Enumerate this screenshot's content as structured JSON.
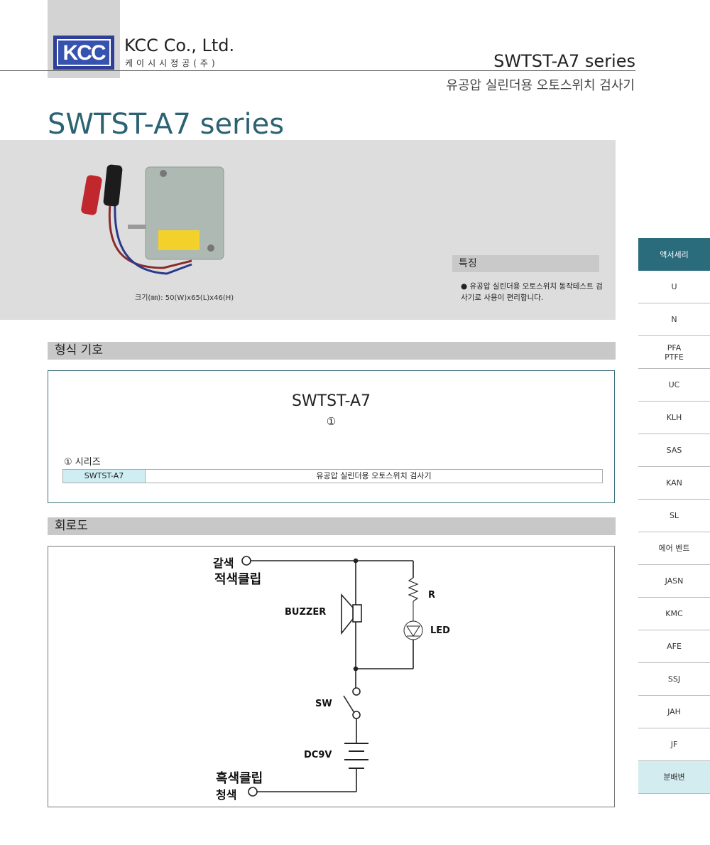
{
  "header": {
    "logo_text": "KCC",
    "company": "KCC Co., Ltd.",
    "company_kr": "케이시시정공(주)",
    "series": "SWTST-A7 series",
    "subtitle": "유공압 실린더용 오토스위치 검사기"
  },
  "title": "SWTST-A7 series",
  "product": {
    "size": "크기(㎜): 50(W)x65(L)x46(H)",
    "features_heading": "특징",
    "features": "● 유공압 실린더용 오토스위치 동작테스트 검사기로 사용이 편리합니다."
  },
  "model": {
    "heading": "형식 기호",
    "code": "SWTST-A7",
    "marker": "①",
    "series_label": "① 시리즈",
    "series_rows": [
      {
        "code": "SWTST-A7",
        "desc": "유공압 실린더용 오토스위치 검사기"
      }
    ]
  },
  "circuit": {
    "heading": "회로도",
    "labels": {
      "brown": "갈색",
      "red_clip": "적색클립",
      "buzzer": "BUZZER",
      "r": "R",
      "led": "LED",
      "sw": "SW",
      "dc": "DC9V",
      "black_clip": "흑색클립",
      "blue": "청색"
    }
  },
  "sidebar": {
    "items": [
      "액서세리",
      "U",
      "N",
      "PFA\nPTFE",
      "UC",
      "KLH",
      "SAS",
      "KAN",
      "SL",
      "에어 벤트",
      "JASN",
      "KMC",
      "AFE",
      "SSJ",
      "JAH",
      "JF",
      "분배변"
    ]
  },
  "colors": {
    "accent": "#2a6b7c",
    "title": "#2c6373",
    "highlight": "#cfeef3"
  }
}
